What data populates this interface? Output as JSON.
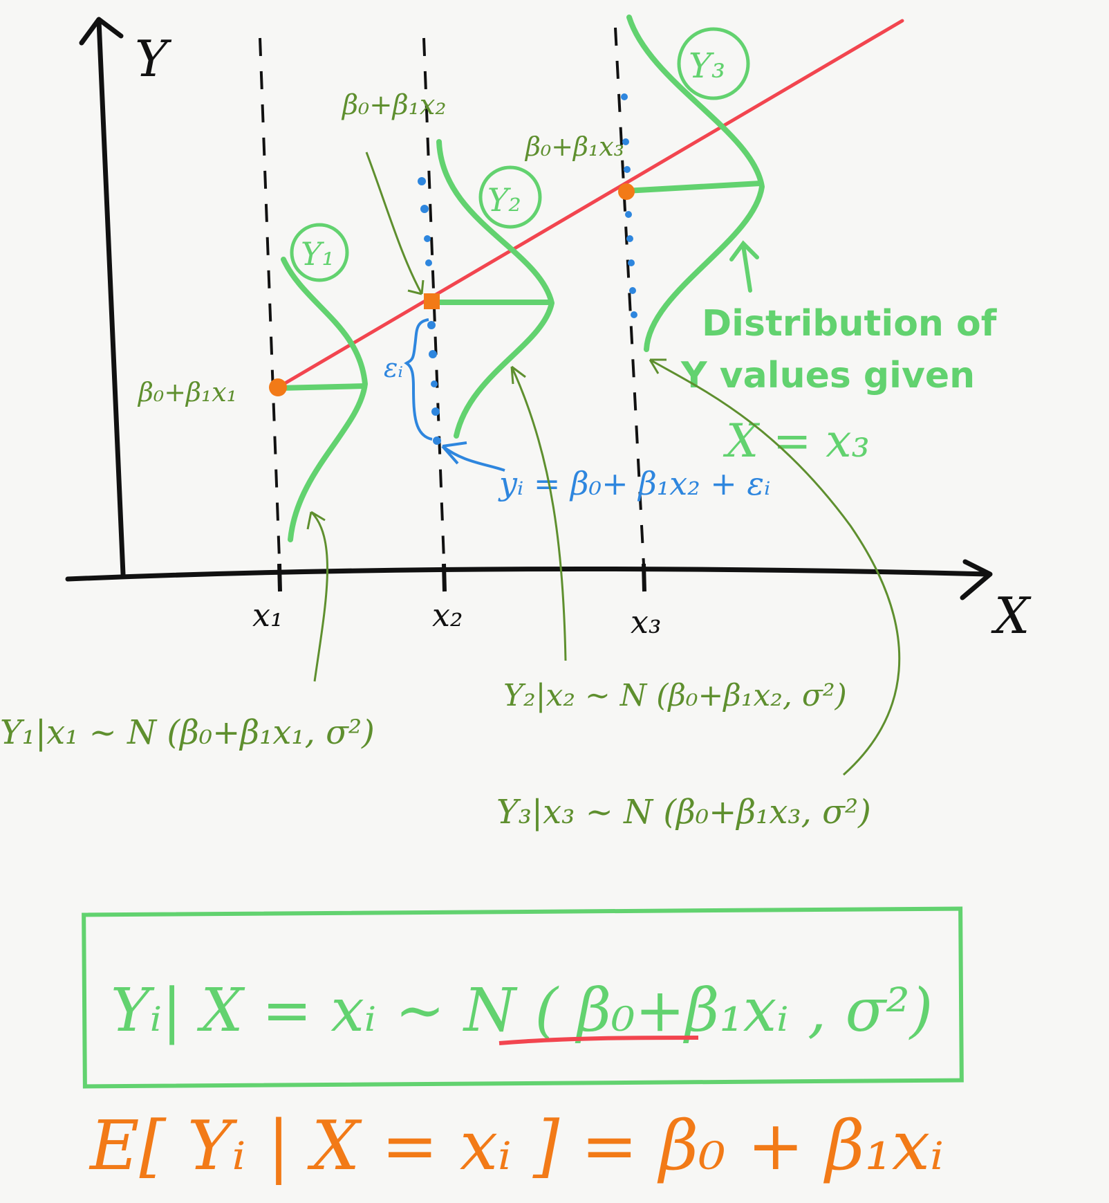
{
  "axes": {
    "y_label": "Y",
    "x_label": "X",
    "x_ticks": [
      "x₁",
      "x₂",
      "x₃"
    ]
  },
  "curve_labels": [
    "Y₁",
    "Y₂",
    "Y₃"
  ],
  "line_labels": {
    "x1": "β₀+β₁x₁",
    "x2": "β₀+β₁x₂",
    "x3": "β₀+β₁x₃"
  },
  "error_label": "εᵢ",
  "observation_eq": "yᵢ = β₀+ β₁x₂ + εᵢ",
  "distribution_note": {
    "line1": "Distribution of",
    "line2": "Y values given",
    "line3": "X = x₃"
  },
  "conditionals": {
    "c1": "Y₁|x₁ ~ N (β₀+β₁x₁, σ²)",
    "c2": "Y₂|x₂ ~ N (β₀+β₁x₂, σ²)",
    "c3": "Y₃|x₃ ~ N (β₀+β₁x₃, σ²)"
  },
  "boxed_formula": "Yᵢ| X = xᵢ ~ N ( β₀+β₁xᵢ , σ²)",
  "expectation_formula": "E[ Yᵢ | X = xᵢ ] = β₀ + β₁xᵢ",
  "colors": {
    "axis": "#111111",
    "regression_line": "#f2454f",
    "curves": "#62d26f",
    "annotation": "#5e8f2e",
    "error": "#2e86de",
    "points": "#f27a17"
  }
}
